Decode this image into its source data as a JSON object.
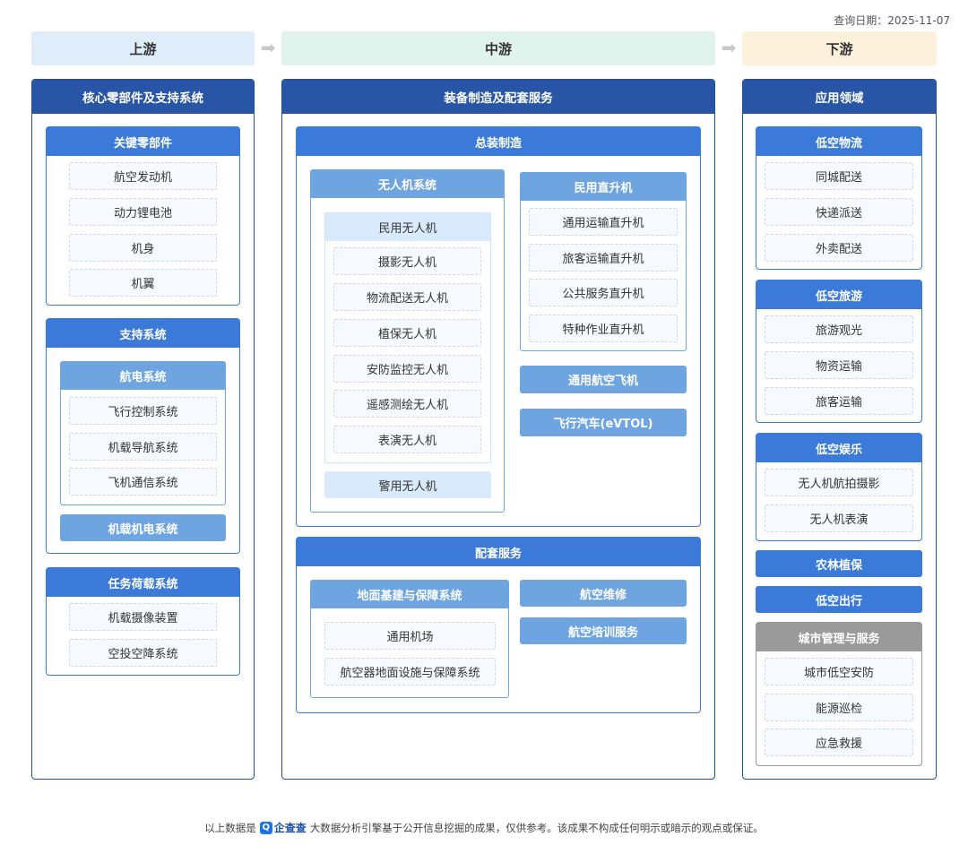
{
  "query_date": "查询日期：2025-11-07",
  "stages": {
    "upstream": "上游",
    "midstream": "中游",
    "downstream": "下游",
    "arrow": "➡"
  },
  "upstream": {
    "title": "核心零部件及支持系统",
    "key_parts": {
      "title": "关键零部件",
      "items": [
        "航空发动机",
        "动力锂电池",
        "机身",
        "机翼"
      ]
    },
    "support": {
      "title": "支持系统",
      "avionics": {
        "title": "航电系统",
        "items": [
          "飞行控制系统",
          "机载导航系统",
          "飞机通信系统"
        ]
      },
      "electromech": "机载机电系统"
    },
    "payload": {
      "title": "任务荷载系统",
      "items": [
        "机载摄像装置",
        "空投空降系统"
      ]
    }
  },
  "midstream": {
    "title": "装备制造及配套服务",
    "assembly": {
      "title": "总装制造",
      "uav": {
        "title": "无人机系统",
        "civil": {
          "title": "民用无人机",
          "items": [
            "摄影无人机",
            "物流配送无人机",
            "植保无人机",
            "安防监控无人机",
            "遥感测绘无人机",
            "表演无人机"
          ]
        },
        "police": "警用无人机"
      },
      "heli": {
        "title": "民用直升机",
        "items": [
          "通用运输直升机",
          "旅客运输直升机",
          "公共服务直升机",
          "特种作业直升机"
        ]
      },
      "general_aircraft": "通用航空飞机",
      "evtol": "飞行汽车(eVTOL)"
    },
    "services": {
      "title": "配套服务",
      "ground": {
        "title": "地面基建与保障系统",
        "items": [
          "通用机场",
          "航空器地面设施与保障系统"
        ]
      },
      "maintenance": "航空维修",
      "training": "航空培训服务"
    }
  },
  "downstream": {
    "title": "应用领域",
    "logistics": {
      "title": "低空物流",
      "items": [
        "同城配送",
        "快递派送",
        "外卖配送"
      ]
    },
    "tourism": {
      "title": "低空旅游",
      "items": [
        "旅游观光",
        "物资运输",
        "旅客运输"
      ]
    },
    "entertainment": {
      "title": "低空娱乐",
      "items": [
        "无人机航拍摄影",
        "无人机表演"
      ]
    },
    "agri": "农林植保",
    "travel": "低空出行",
    "city": {
      "title": "城市管理与服务",
      "items": [
        "城市低空安防",
        "能源巡检",
        "应急救援"
      ]
    }
  },
  "footer": {
    "prefix": "以上数据是",
    "logo_mark": "Q",
    "logo_text": "企查查",
    "suffix": "大数据分析引擎基于公开信息挖掘的成果，仅供参考。该成果不构成任何明示或暗示的观点或保证。"
  },
  "colors": {
    "upstream_bg": "#deedf9",
    "midstream_bg": "#dff2eb",
    "downstream_bg": "#fdf1dc",
    "header_dark": "#2855a5",
    "header_blue": "#3b7ad9",
    "header_mid": "#6ea5e0",
    "header_light": "#d8eafb",
    "gray_header": "#9a9a9a"
  }
}
